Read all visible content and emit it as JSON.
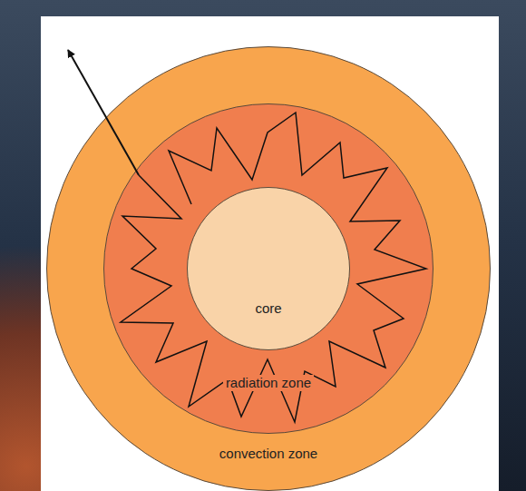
{
  "diagram": {
    "nodes": [
      {
        "text": [
          "convection zone"
        ]
      },
      {
        "text": [
          "radiation zone"
        ],
        "in": 0
      },
      {
        "text": [
          "core"
        ],
        "in": 1
      }
    ]
  }
}
